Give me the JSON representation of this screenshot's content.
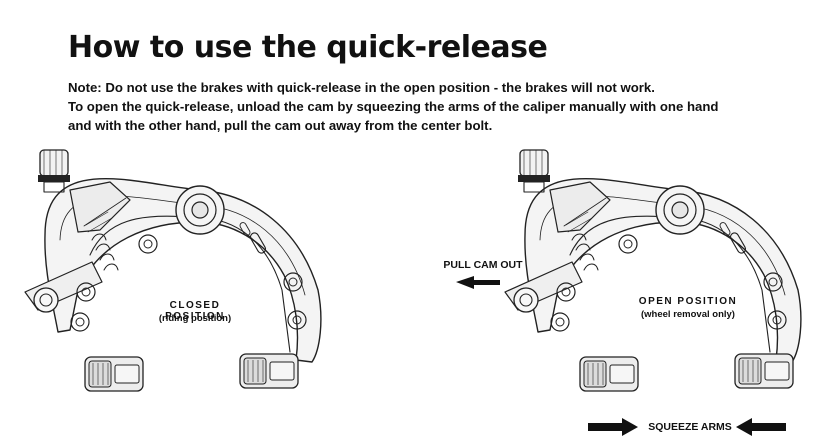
{
  "title": "How to use the quick-release",
  "notes": {
    "line1": "Note: Do not use the brakes with quick-release in the open position - the brakes will not work.",
    "line2": "To  open the quick-release, unload the cam by squeezing the arms  of the caliper manually with one hand",
    "line3": "and with the other hand, pull the cam out away from the center bolt."
  },
  "closed": {
    "label": "CLOSED POSITION",
    "sublabel": "(riding position)"
  },
  "open": {
    "label": "OPEN POSITION",
    "sublabel": "(wheel removal only)"
  },
  "annotations": {
    "pull": "PULL CAM OUT",
    "squeeze": "SQUEEZE ARMS"
  },
  "icons": [
    "barrel-adjuster-icon",
    "cam-lever-icon",
    "brake-pad-icon",
    "arrow-left-icon",
    "arrow-right-icon"
  ]
}
